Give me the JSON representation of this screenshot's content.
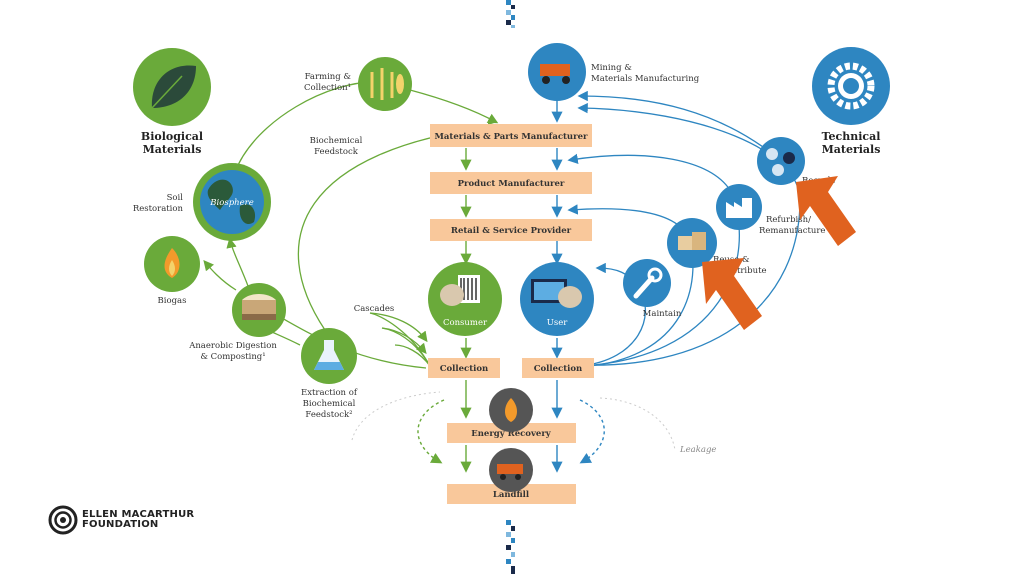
{
  "biological": {
    "title_line1": "Biological",
    "title_line2": "Materials",
    "farming_line1": "Farming &",
    "farming_line2": "Collection¹",
    "biochem_feed_line1": "Biochemical",
    "biochem_feed_line2": "Feedstock",
    "soil_line1": "Soil",
    "soil_line2": "Restoration",
    "biosphere": "Biosphere",
    "biogas": "Biogas",
    "anaerobic_line1": "Anaerobic Digestion",
    "anaerobic_line2": "& Composting¹",
    "extraction_line1": "Extraction of",
    "extraction_line2": "Biochemical",
    "extraction_line3": "Feedstock²",
    "cascades": "Cascades",
    "consumer": "Consumer",
    "collection": "Collection"
  },
  "technical": {
    "title_line1": "Technical",
    "title_line2": "Materials",
    "mining_line1": "Mining &",
    "mining_line2": "Materials Manufacturing",
    "recycle": "Recycle",
    "refurbish_line1": "Refurbish/",
    "refurbish_line2": "Remanufacture",
    "reuse_line1": "Reuse &",
    "reuse_line2": "Redistribute",
    "maintain": "Maintain",
    "user": "User",
    "collection": "Collection",
    "leakage": "Leakage"
  },
  "flow": {
    "materials_parts": "Materials & Parts Manufacturer",
    "product_manufacturer": "Product Manufacturer",
    "retail": "Retail & Service Provider",
    "energy_recovery": "Energy Recovery",
    "landfill": "Landfill"
  },
  "logo": {
    "line1": "ELLEN MACARTHUR",
    "line2": "FOUNDATION"
  },
  "colors": {
    "green": "#6aaa3a",
    "blue": "#2e86c1",
    "box": "#f9c89b",
    "arrow_orange": "#e0621f",
    "dark_gray": "#444444"
  }
}
